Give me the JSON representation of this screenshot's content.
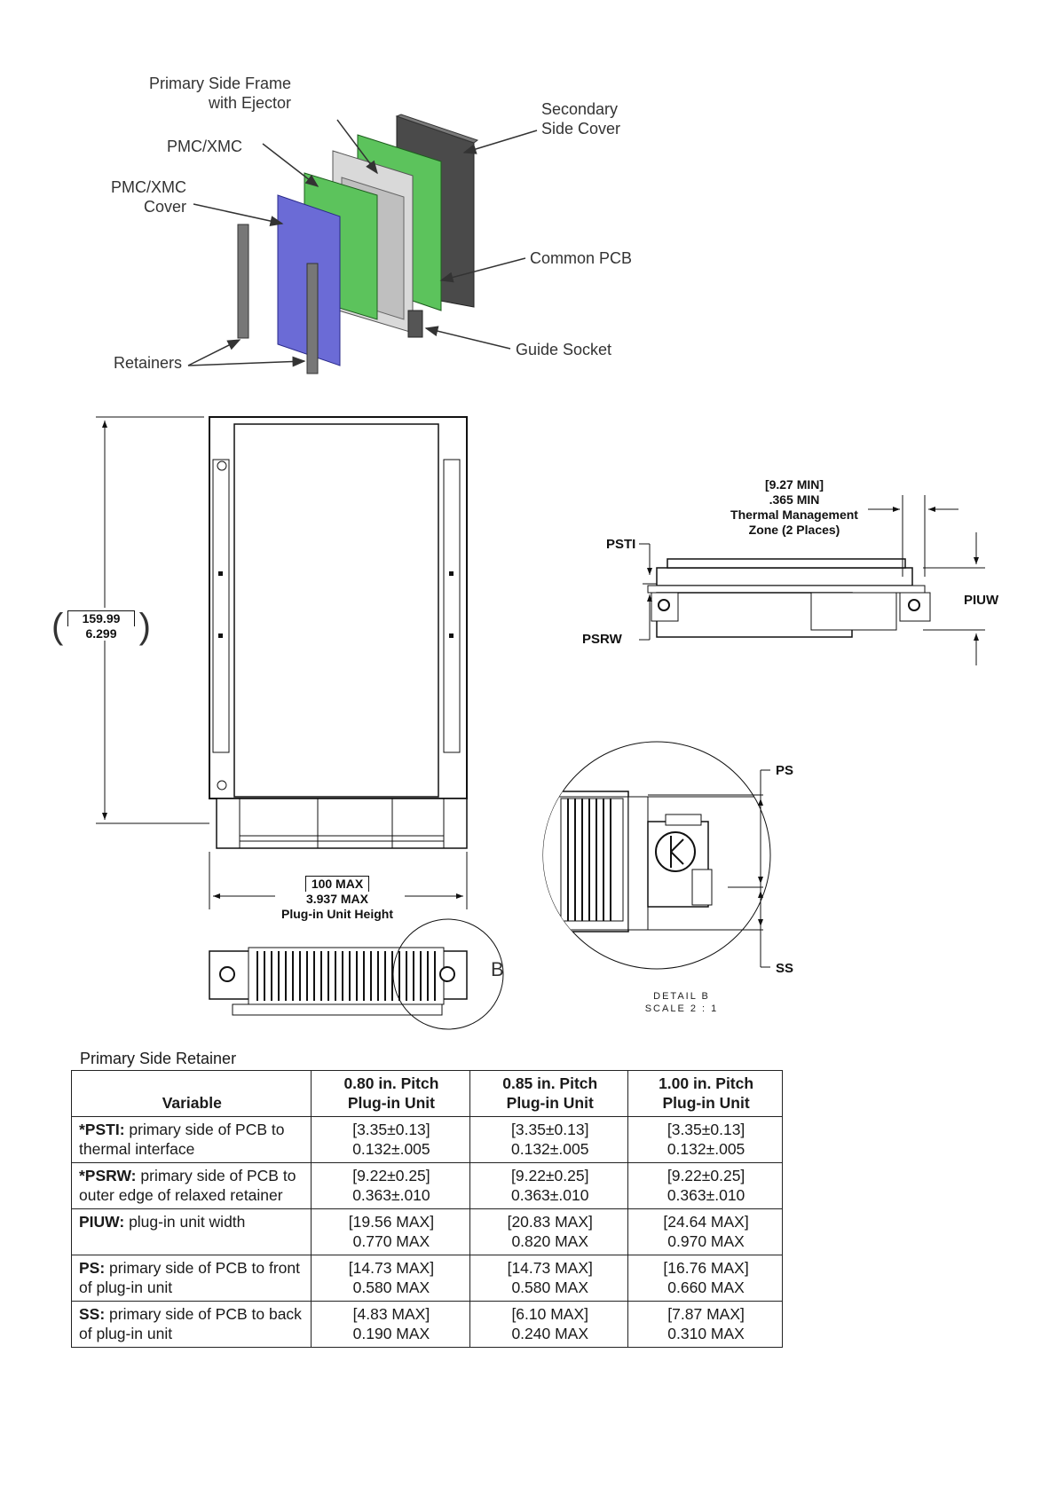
{
  "exploded_view": {
    "labels": {
      "primary_side_frame": [
        "Primary Side Frame",
        "with Ejector"
      ],
      "secondary_side_cover": [
        "Secondary",
        "Side Cover"
      ],
      "pmc_xmc": "PMC/XMC",
      "pmc_xmc_cover": [
        "PMC/XMC",
        "Cover"
      ],
      "common_pcb": "Common PCB",
      "guide_socket": "Guide Socket",
      "retainers": "Retainers"
    },
    "colors": {
      "cover": "#6b6bd6",
      "pcb": "#5cc35c",
      "secondary_cover": "#4a4a4a",
      "frame": "#d9d9d9"
    }
  },
  "front_view": {
    "height_dim": [
      "159.99",
      "6.299"
    ],
    "width_dim": [
      "100 MAX",
      "3.937 MAX",
      "Plug-in Unit Height"
    ],
    "detail_callout": "B"
  },
  "side_view": {
    "thermal_zone": [
      "[9.27 MIN]",
      ".365 MIN",
      "Thermal Management",
      "Zone (2 Places)"
    ],
    "pst_label": "PSTI",
    "psrw_label": "PSRW",
    "piuw_label": "PIUW"
  },
  "detail_b": {
    "ps_label": "PS",
    "ss_label": "SS",
    "caption": [
      "DETAIL B",
      "SCALE 2 : 1"
    ]
  },
  "table": {
    "title": "Primary Side Retainer",
    "headers": [
      [
        "Variable"
      ],
      [
        "0.80 in. Pitch",
        "Plug-in Unit"
      ],
      [
        "0.85 in. Pitch",
        "Plug-in Unit"
      ],
      [
        "1.00 in. Pitch",
        "Plug-in Unit"
      ]
    ],
    "rows": [
      {
        "key": "*PSTI:",
        "desc": " primary side of PCB to thermal interface",
        "values": [
          [
            "[3.35±0.13]",
            "0.132±.005"
          ],
          [
            "[3.35±0.13]",
            "0.132±.005"
          ],
          [
            "[3.35±0.13]",
            "0.132±.005"
          ]
        ]
      },
      {
        "key": "*PSRW:",
        "desc": " primary side of PCB to outer edge of relaxed retainer",
        "values": [
          [
            "[9.22±0.25]",
            "0.363±.010"
          ],
          [
            "[9.22±0.25]",
            "0.363±.010"
          ],
          [
            "[9.22±0.25]",
            "0.363±.010"
          ]
        ]
      },
      {
        "key": "PIUW:",
        "desc": " plug-in unit width",
        "values": [
          [
            "[19.56 MAX]",
            "0.770 MAX"
          ],
          [
            "[20.83 MAX]",
            "0.820 MAX"
          ],
          [
            "[24.64 MAX]",
            "0.970  MAX"
          ]
        ]
      },
      {
        "key": "PS:",
        "desc": " primary side of PCB to front of plug-in unit",
        "values": [
          [
            "[14.73 MAX]",
            "0.580 MAX"
          ],
          [
            "[14.73 MAX]",
            "0.580 MAX"
          ],
          [
            "[16.76 MAX]",
            "0.660 MAX"
          ]
        ]
      },
      {
        "key": "SS:",
        "desc": " primary side of PCB to back of plug-in unit",
        "values": [
          [
            "[4.83 MAX]",
            "0.190 MAX"
          ],
          [
            "[6.10 MAX]",
            "0.240 MAX"
          ],
          [
            "[7.87 MAX]",
            "0.310 MAX"
          ]
        ]
      }
    ]
  }
}
